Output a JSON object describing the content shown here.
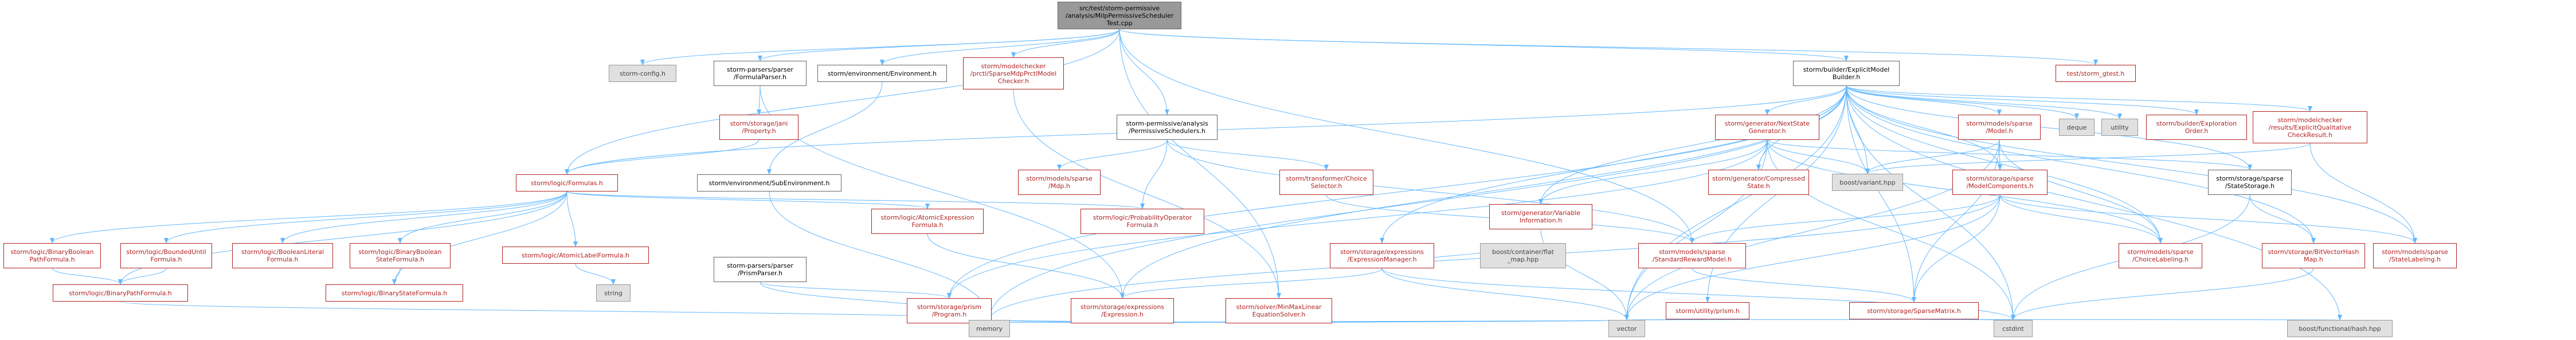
{
  "colors": {
    "edge": "#63b8ff",
    "red_text": "#b22222",
    "root_fill": "#999999",
    "grey_fill": "#e0e0e0"
  },
  "nodes": [
    {
      "id": "root",
      "kind": "root",
      "lines": [
        "src/test/storm-permissive",
        "/analysis/MilpPermissiveScheduler",
        "Test.cpp"
      ]
    },
    {
      "id": "stormconfig",
      "kind": "grey",
      "lines": [
        "storm-config.h"
      ]
    },
    {
      "id": "parserformula",
      "kind": "blk",
      "lines": [
        "storm-parsers/parser",
        "/FormulaParser.h"
      ]
    },
    {
      "id": "envenv",
      "kind": "blk",
      "lines": [
        "storm/environment/Environment.h"
      ]
    },
    {
      "id": "sparsemdpprctl",
      "kind": "red",
      "lines": [
        "storm/modelchecker",
        "/prctl/SparseMdpPrctlModel",
        "Checker.h"
      ]
    },
    {
      "id": "permsched",
      "kind": "blk",
      "lines": [
        "storm-permissive/analysis",
        "/PermissiveSchedulers.h"
      ]
    },
    {
      "id": "explicitbuilder",
      "kind": "blk",
      "lines": [
        "storm/builder/ExplicitModel",
        "Builder.h"
      ]
    },
    {
      "id": "gtest",
      "kind": "red",
      "lines": [
        "test/storm_gtest.h"
      ]
    },
    {
      "id": "janiprop",
      "kind": "red",
      "lines": [
        "storm/storage/jani",
        "/Property.h"
      ]
    },
    {
      "id": "subenv",
      "kind": "blk",
      "lines": [
        "storm/environment/SubEnvironment.h"
      ]
    },
    {
      "id": "formulas",
      "kind": "red",
      "lines": [
        "storm/logic/Formulas.h"
      ]
    },
    {
      "id": "sparsemdp",
      "kind": "red",
      "lines": [
        "storm/models/sparse",
        "/Mdp.h"
      ]
    },
    {
      "id": "choicesel",
      "kind": "red",
      "lines": [
        "storm/transformer/Choice",
        "Selector.h"
      ]
    },
    {
      "id": "nextstate",
      "kind": "red",
      "lines": [
        "storm/generator/NextState",
        "Generator.h"
      ]
    },
    {
      "id": "sparsemodel",
      "kind": "red",
      "lines": [
        "storm/models/sparse",
        "/Model.h"
      ]
    },
    {
      "id": "deque",
      "kind": "grey",
      "lines": [
        "deque"
      ]
    },
    {
      "id": "utility",
      "kind": "grey",
      "lines": [
        "utility"
      ]
    },
    {
      "id": "exploration",
      "kind": "red",
      "lines": [
        "storm/builder/Exploration",
        "Order.h"
      ]
    },
    {
      "id": "explqual",
      "kind": "red",
      "lines": [
        "storm/modelchecker",
        "/results/ExplicitQualitative",
        "CheckResult.h"
      ]
    },
    {
      "id": "varinfo",
      "kind": "red",
      "lines": [
        "storm/generator/Variable",
        "Information.h"
      ]
    },
    {
      "id": "compressed",
      "kind": "red",
      "lines": [
        "storm/generator/Compressed",
        "State.h"
      ]
    },
    {
      "id": "variant",
      "kind": "grey",
      "lines": [
        "boost/variant.hpp"
      ]
    },
    {
      "id": "modelcomp",
      "kind": "red",
      "lines": [
        "storm/storage/sparse",
        "/ModelComponents.h"
      ]
    },
    {
      "id": "statestorage",
      "kind": "blk",
      "lines": [
        "storm/storage/sparse",
        "/StateStorage.h"
      ]
    },
    {
      "id": "parserprism",
      "kind": "blk",
      "lines": [
        "storm-parsers/parser",
        "/PrismParser.h"
      ]
    },
    {
      "id": "atomicexpr",
      "kind": "red",
      "lines": [
        "storm/logic/AtomicExpression",
        "Formula.h"
      ]
    },
    {
      "id": "probop",
      "kind": "red",
      "lines": [
        "storm/logic/ProbabilityOperator",
        "Formula.h"
      ]
    },
    {
      "id": "exprmgr",
      "kind": "red",
      "lines": [
        "storm/storage/expressions",
        "/ExpressionManager.h"
      ]
    },
    {
      "id": "flatmap",
      "kind": "grey",
      "lines": [
        "boost/container/flat",
        "_map.hpp"
      ]
    },
    {
      "id": "stdreward",
      "kind": "red",
      "lines": [
        "storm/models/sparse",
        "/StandardRewardModel.h"
      ]
    },
    {
      "id": "choicelab",
      "kind": "red",
      "lines": [
        "storm/models/sparse",
        "/ChoiceLabeling.h"
      ]
    },
    {
      "id": "bitvechash",
      "kind": "red",
      "lines": [
        "storm/storage/BitVectorHash",
        "Map.h"
      ]
    },
    {
      "id": "statelab",
      "kind": "red",
      "lines": [
        "storm/models/sparse",
        "/StateLabeling.h"
      ]
    },
    {
      "id": "binbool",
      "kind": "red",
      "lines": [
        "storm/logic/BinaryBoolean",
        "PathFormula.h"
      ]
    },
    {
      "id": "bounded",
      "kind": "red",
      "lines": [
        "storm/logic/BoundedUntil",
        "Formula.h"
      ]
    },
    {
      "id": "boollit",
      "kind": "red",
      "lines": [
        "storm/logic/BooleanLiteral",
        "Formula.h"
      ]
    },
    {
      "id": "binboolstate",
      "kind": "red",
      "lines": [
        "storm/logic/BinaryBoolean",
        "StateFormula.h"
      ]
    },
    {
      "id": "atomlabel",
      "kind": "red",
      "lines": [
        "storm/logic/AtomicLabelFormula.h"
      ]
    },
    {
      "id": "string",
      "kind": "grey",
      "lines": [
        "string"
      ]
    },
    {
      "id": "binpath",
      "kind": "red",
      "lines": [
        "storm/logic/BinaryPathFormula.h"
      ]
    },
    {
      "id": "binstate",
      "kind": "red",
      "lines": [
        "storm/logic/BinaryStateFormula.h"
      ]
    },
    {
      "id": "prismprog",
      "kind": "red",
      "lines": [
        "storm/storage/prism",
        "/Program.h"
      ]
    },
    {
      "id": "expression",
      "kind": "red",
      "lines": [
        "storm/storage/expressions",
        "/Expression.h"
      ]
    },
    {
      "id": "minmax",
      "kind": "red",
      "lines": [
        "storm/solver/MinMaxLinear",
        "EquationSolver.h"
      ]
    },
    {
      "id": "utilprism",
      "kind": "red",
      "lines": [
        "storm/utility/prism.h"
      ]
    },
    {
      "id": "sparsematrix",
      "kind": "red",
      "lines": [
        "storm/storage/SparseMatrix.h"
      ]
    },
    {
      "id": "memory",
      "kind": "grey",
      "lines": [
        "memory"
      ]
    },
    {
      "id": "vector",
      "kind": "grey",
      "lines": [
        "vector"
      ]
    },
    {
      "id": "cstdint",
      "kind": "grey",
      "lines": [
        "cstdint"
      ]
    },
    {
      "id": "hash",
      "kind": "grey",
      "lines": [
        "boost/functional/hash.hpp"
      ]
    }
  ],
  "edges": [
    [
      "root",
      "stormconfig"
    ],
    [
      "root",
      "parserformula"
    ],
    [
      "root",
      "envenv"
    ],
    [
      "root",
      "sparsemdpprctl"
    ],
    [
      "root",
      "permsched"
    ],
    [
      "root",
      "explicitbuilder"
    ],
    [
      "root",
      "gtest"
    ],
    [
      "root",
      "formulas"
    ],
    [
      "root",
      "stdreward"
    ],
    [
      "root",
      "minmax"
    ],
    [
      "parserformula",
      "janiprop"
    ],
    [
      "parserformula",
      "expression"
    ],
    [
      "janiprop",
      "formulas"
    ],
    [
      "envenv",
      "subenv"
    ],
    [
      "subenv",
      "memory"
    ],
    [
      "sparsemdpprctl",
      "minmax"
    ],
    [
      "permsched",
      "sparsemdp"
    ],
    [
      "permsched",
      "choicesel"
    ],
    [
      "permsched",
      "probop"
    ],
    [
      "permsched",
      "stdreward"
    ],
    [
      "choicesel",
      "stdreward"
    ],
    [
      "explicitbuilder",
      "formulas"
    ],
    [
      "explicitbuilder",
      "nextstate"
    ],
    [
      "explicitbuilder",
      "sparsemodel"
    ],
    [
      "explicitbuilder",
      "deque"
    ],
    [
      "explicitbuilder",
      "utility"
    ],
    [
      "explicitbuilder",
      "exploration"
    ],
    [
      "explicitbuilder",
      "explqual"
    ],
    [
      "explicitbuilder",
      "varinfo"
    ],
    [
      "explicitbuilder",
      "compressed"
    ],
    [
      "explicitbuilder",
      "variant"
    ],
    [
      "explicitbuilder",
      "modelcomp"
    ],
    [
      "explicitbuilder",
      "statestorage"
    ],
    [
      "explicitbuilder",
      "exprmgr"
    ],
    [
      "explicitbuilder",
      "choicelab"
    ],
    [
      "explicitbuilder",
      "bitvechash"
    ],
    [
      "explicitbuilder",
      "statelab"
    ],
    [
      "explicitbuilder",
      "prismprog"
    ],
    [
      "explicitbuilder",
      "expression"
    ],
    [
      "explicitbuilder",
      "utilprism"
    ],
    [
      "explicitbuilder",
      "sparsematrix"
    ],
    [
      "explicitbuilder",
      "memory"
    ],
    [
      "explicitbuilder",
      "vector"
    ],
    [
      "explicitbuilder",
      "cstdint"
    ],
    [
      "explicitbuilder",
      "hash"
    ],
    [
      "formulas",
      "binbool"
    ],
    [
      "formulas",
      "bounded"
    ],
    [
      "formulas",
      "boollit"
    ],
    [
      "formulas",
      "binboolstate"
    ],
    [
      "formulas",
      "atomlabel"
    ],
    [
      "formulas",
      "atomicexpr"
    ],
    [
      "formulas",
      "probop"
    ],
    [
      "formulas",
      "binpath"
    ],
    [
      "formulas",
      "binstate"
    ],
    [
      "binbool",
      "binpath"
    ],
    [
      "bounded",
      "binpath"
    ],
    [
      "binboolstate",
      "binstate"
    ],
    [
      "atomlabel",
      "string"
    ],
    [
      "binpath",
      "memory"
    ],
    [
      "atomicexpr",
      "expression"
    ],
    [
      "nextstate",
      "varinfo"
    ],
    [
      "nextstate",
      "compressed"
    ],
    [
      "nextstate",
      "variant"
    ],
    [
      "nextstate",
      "statestorage"
    ],
    [
      "nextstate",
      "cstdint"
    ],
    [
      "nextstate",
      "vector"
    ],
    [
      "nextstate",
      "choicelab"
    ],
    [
      "nextstate",
      "prismprog"
    ],
    [
      "varinfo",
      "vector"
    ],
    [
      "sparsemodel",
      "modelcomp"
    ],
    [
      "sparsemodel",
      "choicelab"
    ],
    [
      "sparsemodel",
      "sparsematrix"
    ],
    [
      "sparsemodel",
      "vector"
    ],
    [
      "sparsemodel",
      "variant"
    ],
    [
      "modelcomp",
      "stdreward"
    ],
    [
      "modelcomp",
      "choicelab"
    ],
    [
      "modelcomp",
      "statelab"
    ],
    [
      "modelcomp",
      "sparsematrix"
    ],
    [
      "modelcomp",
      "memory"
    ],
    [
      "modelcomp",
      "vector"
    ],
    [
      "statestorage",
      "bitvechash"
    ],
    [
      "statestorage",
      "cstdint"
    ],
    [
      "bitvechash",
      "cstdint"
    ],
    [
      "explqual",
      "variant"
    ],
    [
      "explqual",
      "statelab"
    ],
    [
      "stdreward",
      "sparsematrix"
    ],
    [
      "exprmgr",
      "expression"
    ],
    [
      "exprmgr",
      "flatmap"
    ],
    [
      "exprmgr",
      "vector"
    ],
    [
      "exprmgr",
      "cstdint"
    ],
    [
      "parserprism",
      "prismprog"
    ],
    [
      "parserprism",
      "memory"
    ],
    [
      "prismprog",
      "memory"
    ],
    [
      "prismprog",
      "vector"
    ],
    [
      "expression",
      "memory"
    ],
    [
      "expression",
      "vector"
    ],
    [
      "minmax",
      "memory"
    ],
    [
      "minmax",
      "vector"
    ],
    [
      "utilprism",
      "vector"
    ],
    [
      "sparsematrix",
      "vector"
    ],
    [
      "sparsematrix",
      "cstdint"
    ],
    [
      "sparsematrix",
      "hash"
    ]
  ]
}
